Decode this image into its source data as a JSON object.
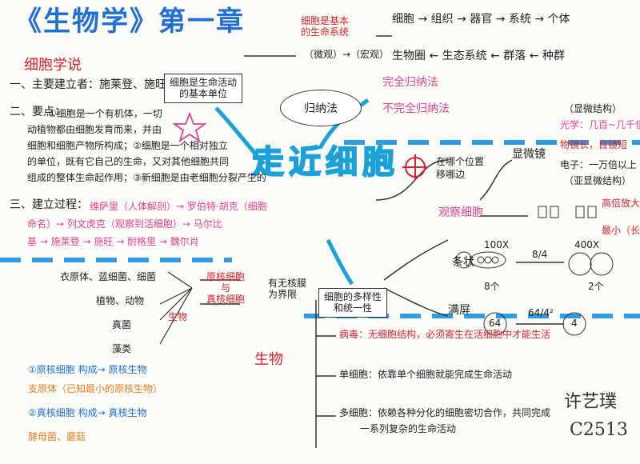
{
  "title": "《生物学》第一章",
  "center": "走近细胞",
  "cell_theory": {
    "heading": "细胞学说",
    "founders": "一、主要建立者：施莱登、施旺",
    "points_label": "二、要点：",
    "points_1": "①细胞是一个有机体，一切",
    "points_2": "动植物都由细胞发育而来，并由",
    "points_3": "细胞和细胞产物所构成；②细胞是一个相对独立",
    "points_4": "的单位，既有它自己的生命，又对其他细胞共同",
    "points_5": "组成的整体生命起作用；③新细胞是由老细胞分裂产生的",
    "process_label": "三、建立过程：",
    "process_1": "维萨里（人体解剖）→ 罗伯特·胡克（细胞",
    "process_2": "命名）→ 列文虎克（观察到活细胞）→ 马尔比",
    "process_3": "基 → 施莱登 → 施旺 → 耐格里 → 魏尔肖"
  },
  "basic_unit_box": "细胞是生命活动\n的基本单位",
  "system_box": "细胞是基本\n的生命系统",
  "system_sub": "（微观）→（宏观）",
  "induction": {
    "label": "归纳法",
    "complete": "完全归纳法",
    "incomplete": "不完全归纳法"
  },
  "hierarchy_row1": [
    "细胞",
    "组织",
    "器官",
    "系统",
    "个体"
  ],
  "hierarchy_row2": [
    "生物圈",
    "生态系统",
    "群落",
    "种群"
  ],
  "microscope": {
    "observe": "观察细胞",
    "position_q": "在哪个位置",
    "position_a": "移哪边",
    "device": "显微镜",
    "bracket_top": "（显微结构）",
    "light": "光学：几百~几千倍",
    "objective": "物镜长，目镜短",
    "electron": "电子：一万倍以上",
    "bracket_bottom": "（亚显微结构）",
    "large": "高倍放大",
    "small": "最小（长度）",
    "row_label": "条状",
    "mag_100": "100X",
    "mag_400": "400X",
    "ratio": "8/4",
    "count_8": "8个",
    "count_2": "2个",
    "full_label": "满屏",
    "full_ratio": "64/4²",
    "full_a": "64",
    "full_b": "4"
  },
  "cell_types": {
    "prok_eu": "原核细胞\n与\n真核细胞",
    "nucleus": "有无核膜\n为界限",
    "diversity": "细胞的多样性\n和统一性",
    "prok_examples": "衣原体、蓝细菌、细菌",
    "euk_examples_1": "植物、动物",
    "euk_examples_2": "真菌",
    "euk_examples_3": "藻类",
    "eq1": "①原核细胞 构成→ 原核生物",
    "eq1_note": "支原体（已知最小的原核生物）",
    "eq2": "②真核细胞 构成→ 真核生物",
    "eq2_note": "酵母菌、蘑菇",
    "arrow_label": "生物"
  },
  "organisms": {
    "label": "生物",
    "virus": "病毒：无细胞结构，必须寄生在活细胞中才能生活",
    "single": "单细胞：依靠单个细胞就能完成生命活动",
    "multi_1": "多细胞：依赖各种分化的细胞密切合作，共同完成",
    "multi_2": "一系列复杂的生命活动"
  },
  "signature_name": "许艺璞",
  "signature_code": "C2513"
}
